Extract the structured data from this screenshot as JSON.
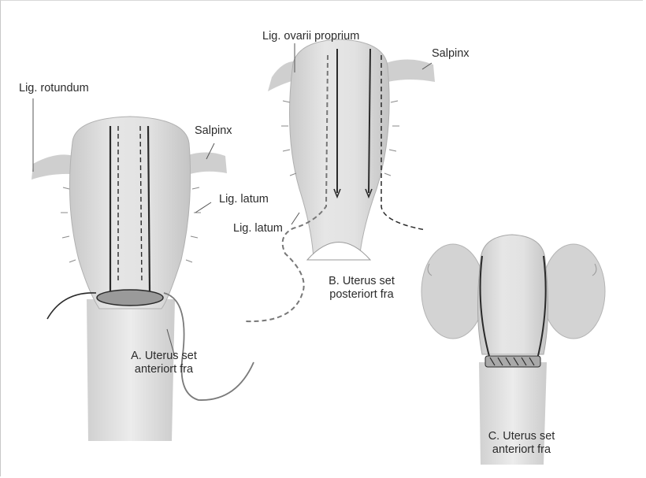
{
  "labels": {
    "lig_rotundum": "Lig. rotundum",
    "salpinx_a": "Salpinx",
    "lig_latum_a": "Lig. latum",
    "lig_ovarii": "Lig. ovarii proprium",
    "salpinx_b": "Salpinx",
    "lig_latum_b": "Lig. latum"
  },
  "captions": {
    "a_line1": "A. Uterus set",
    "a_line2": "anteriort fra",
    "b_line1": "B. Uterus set",
    "b_line2": "posteriort fra",
    "c_line1": "C. Uterus set",
    "c_line2": "anteriort fra"
  },
  "colors": {
    "tissue": "#d9d9d9",
    "tissue_dark": "#bdbdbd",
    "ink": "#2a2a2a",
    "suture": "#8a8a8a"
  }
}
